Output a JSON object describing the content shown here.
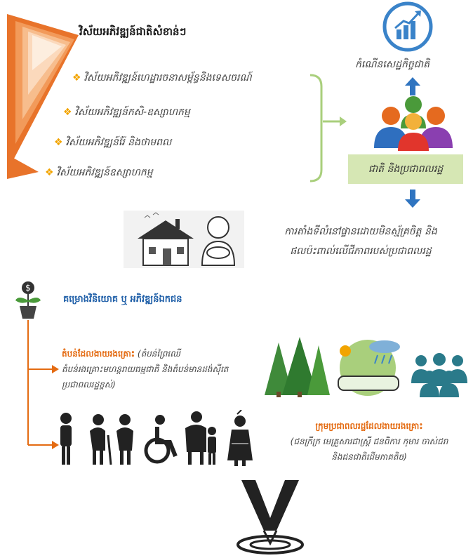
{
  "top_title": "វិស័យអភិវឌ្ឍន៍ជាតិសំខាន់ៗ",
  "sectors": [
    "វិស័យអភិវឌ្ឍន៍ហេដ្ឋារចនាសម្ព័ន្ធនិងទេសចរណ៍",
    "វិស័យអភិវឌ្ឍន៍កសិ-ឧស្សាហកម្ម",
    "វិស័យអភិវឌ្ឍន៍រ៉ែ និងថាមពល",
    "វិស័យអភិវឌ្ឍន៍ឧស្សាហកម្ម"
  ],
  "growth_label": "កំណើនសេដ្ឋកិច្ចជាតិ",
  "nation_label": "ជាតិ និងប្រជាពលរដ្ឋ",
  "impact_text": [
    "ការតាំងទីលំនៅផ្ទានដោយមិនស្ម័គ្រចិត្ត និង",
    "ផលប៉ះពាល់លើជីភាពរបស់ប្រជាពលរដ្ឋ"
  ],
  "project_title": "គម្រោងវិនិយោគ ឬ អភិវឌ្ឍន៍ឯកជន",
  "forest": {
    "title": "តំបន់ដែលងាយរងគ្រោះ",
    "desc": [
      "(តំបន់ព្រៃឈើ",
      "តំបន់រងគ្រោះមហន្តរាយធម្មជាតិ និងតំបន់មានដង់ស៊ីតេ",
      "ប្រជាពលរដ្ឋខ្ពស់)"
    ]
  },
  "groups": {
    "title": "ក្រុមប្រជាពលរដ្ឋដែលងាយរងគ្រោះ",
    "desc": [
      "(ជនក្រីក្រ មេគ្រួសារជាស្ត្រី ជនពិការ កុមារ ចាស់ជរា",
      "និងជនជាតិដើមភាគតិច)"
    ]
  },
  "colors": {
    "orange": "#e46b12",
    "blue_arrow": "#2f74c0",
    "green_box": "#d6e7b4",
    "bracket": "#a9cf7c"
  },
  "icons": [
    "chart-growth-icon",
    "people-group-icon",
    "house-child-icon",
    "money-plant-icon",
    "forest-icon",
    "disaster-icon",
    "crowd-icon",
    "vulnerable-people-icon",
    "funnel-icon"
  ]
}
